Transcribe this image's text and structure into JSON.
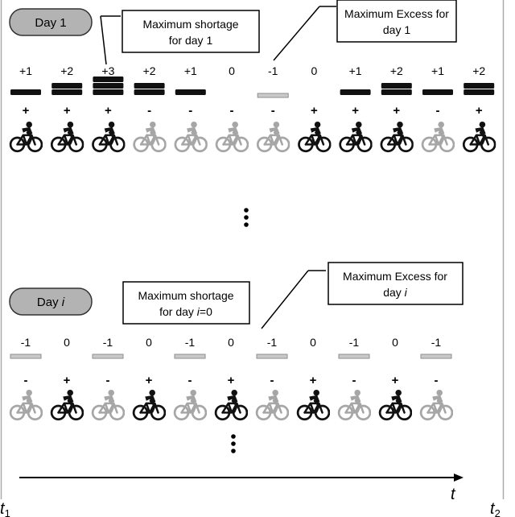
{
  "colors": {
    "dark": "#111111",
    "light": "#a6a6a6",
    "dash_light_fill": "#c9c9c9",
    "dash_light_stroke": "#8e8e8e",
    "badge_fill": "#b3b3b3",
    "badge_stroke": "#333333",
    "vline": "#aaaaaa"
  },
  "section1": {
    "badge_label": "Day 1",
    "shortage_line1": "Maximum shortage",
    "shortage_line2": "for day 1",
    "excess_line1": "Maximum Excess for",
    "excess_line2": "day 1",
    "items": [
      {
        "value": "+1",
        "sign": "+",
        "bars": 1,
        "tone": "dark"
      },
      {
        "value": "+2",
        "sign": "+",
        "bars": 2,
        "tone": "dark"
      },
      {
        "value": "+3",
        "sign": "+",
        "bars": 3,
        "tone": "dark"
      },
      {
        "value": "+2",
        "sign": "-",
        "bars": 2,
        "tone": "light"
      },
      {
        "value": "+1",
        "sign": "-",
        "bars": 1,
        "tone": "light"
      },
      {
        "value": "0",
        "sign": "-",
        "bars": 0,
        "tone": "light"
      },
      {
        "value": "-1",
        "sign": "-",
        "bars": -1,
        "tone": "light"
      },
      {
        "value": "0",
        "sign": "+",
        "bars": 0,
        "tone": "dark"
      },
      {
        "value": "+1",
        "sign": "+",
        "bars": 1,
        "tone": "dark"
      },
      {
        "value": "+2",
        "sign": "+",
        "bars": 2,
        "tone": "dark"
      },
      {
        "value": "+1",
        "sign": "-",
        "bars": 1,
        "tone": "light"
      },
      {
        "value": "+2",
        "sign": "+",
        "bars": 2,
        "tone": "dark"
      }
    ]
  },
  "section2": {
    "badge_label": "Day i",
    "shortage_line1": "Maximum shortage",
    "shortage_line2": "for day i=0",
    "excess_line1": "Maximum Excess for",
    "excess_line2": "day i",
    "items": [
      {
        "value": "-1",
        "sign": "-",
        "bars": -1,
        "tone": "light"
      },
      {
        "value": "0",
        "sign": "+",
        "bars": 0,
        "tone": "dark"
      },
      {
        "value": "-1",
        "sign": "-",
        "bars": -1,
        "tone": "light"
      },
      {
        "value": "0",
        "sign": "+",
        "bars": 0,
        "tone": "dark"
      },
      {
        "value": "-1",
        "sign": "-",
        "bars": -1,
        "tone": "light"
      },
      {
        "value": "0",
        "sign": "+",
        "bars": 0,
        "tone": "dark"
      },
      {
        "value": "-1",
        "sign": "-",
        "bars": -1,
        "tone": "light"
      },
      {
        "value": "0",
        "sign": "+",
        "bars": 0,
        "tone": "dark"
      },
      {
        "value": "-1",
        "sign": "-",
        "bars": -1,
        "tone": "light"
      },
      {
        "value": "0",
        "sign": "+",
        "bars": 0,
        "tone": "dark"
      },
      {
        "value": "-1",
        "sign": "-",
        "bars": -1,
        "tone": "light"
      }
    ]
  },
  "axis": {
    "t_label": "t",
    "t1_label": "t1",
    "t2_label": "t2"
  }
}
